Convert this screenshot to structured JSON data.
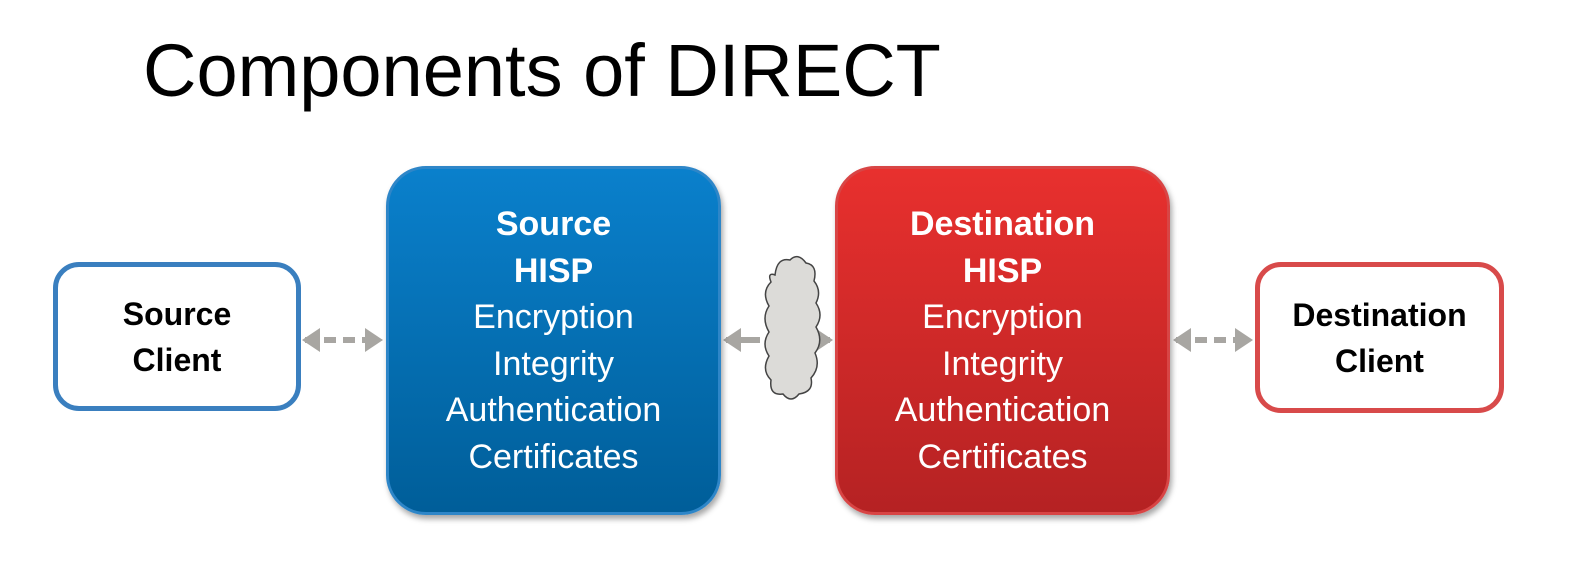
{
  "title": "Components of DIRECT",
  "source_client": {
    "line1": "Source",
    "line2": "Client",
    "color": "#3a7fbf"
  },
  "source_hisp": {
    "line1": "Source",
    "line2": "HISP",
    "features": [
      "Encryption",
      "Integrity",
      "Authentication",
      "Certificates"
    ],
    "color": "#0a75bc"
  },
  "destination_hisp": {
    "line1": "Destination",
    "line2": "HISP",
    "features": [
      "Encryption",
      "Integrity",
      "Authentication",
      "Certificates"
    ],
    "color": "#dd2c2c"
  },
  "destination_client": {
    "line1": "Destination",
    "line2": "Client",
    "color": "#d84a4a"
  }
}
